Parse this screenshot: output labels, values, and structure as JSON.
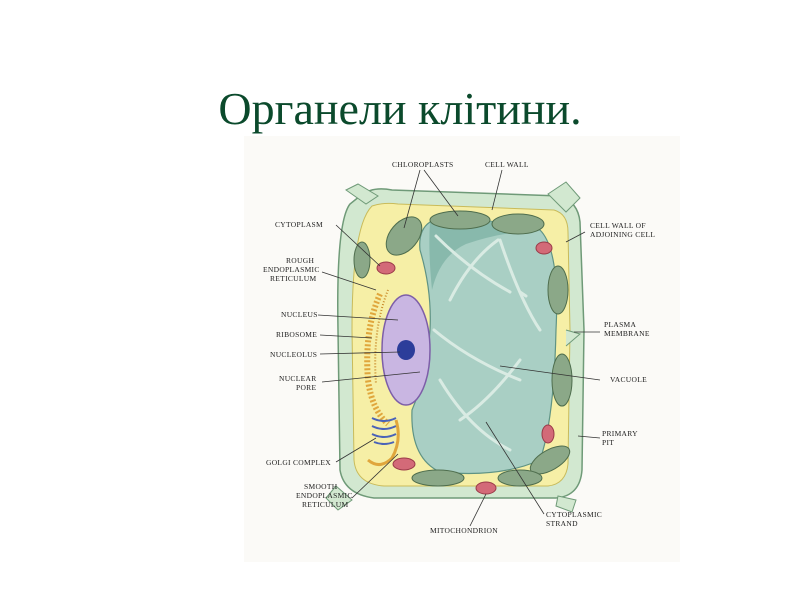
{
  "slide": {
    "title": "Органели клітини."
  },
  "diagram": {
    "labels": {
      "chloroplasts": "CHLOROPLASTS",
      "cell_wall": "CELL WALL",
      "cytoplasm": "CYTOPLASM",
      "cell_wall_adjoining_1": "CELL WALL OF",
      "cell_wall_adjoining_2": "ADJOINING CELL",
      "rough_er_1": "ROUGH",
      "rough_er_2": "ENDOPLASMIC",
      "rough_er_3": "RETICULUM",
      "nucleus": "NUCLEUS",
      "plasma_membrane_1": "PLASMA",
      "plasma_membrane_2": "MEMBRANE",
      "ribosome": "RIBOSOME",
      "nucleolus": "NUCLEOLUS",
      "vacuole": "VACUOLE",
      "nuclear_pore_1": "NUCLEAR",
      "nuclear_pore_2": "PORE",
      "primary_pit_1": "PRIMARY",
      "primary_pit_2": "PIT",
      "golgi_complex": "GOLGI COMPLEX",
      "smooth_er_1": "SMOOTH",
      "smooth_er_2": "ENDOPLASMIC",
      "smooth_er_3": "RETICULUM",
      "cytoplasmic_strand_1": "CYTOPLASMIC",
      "cytoplasmic_strand_2": "STRAND",
      "mitochondrion": "MITOCHONDRION"
    },
    "colors": {
      "cell_wall": "#d2e8d0",
      "cell_wall_edge": "#6f9a78",
      "cytoplasm": "#f6efa6",
      "vacuole": "#a9cfc4",
      "vacuole_dark": "#7fb3a6",
      "nucleus": "#c9b6e2",
      "nucleolus": "#2c3d9a",
      "chloroplast": "#8ba888",
      "mitochondrion": "#d36a78",
      "rough_er": "#e0a63c",
      "golgi": "#4a63b8"
    }
  }
}
